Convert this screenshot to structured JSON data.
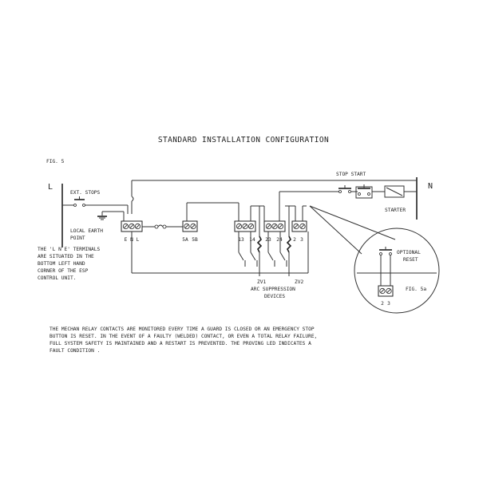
{
  "title": "STANDARD INSTALLATION CONFIGURATION",
  "fig_label": "FIG. 5",
  "fig_label_inset": "FIG. 5a",
  "line_label": "L",
  "neutral_label": "N",
  "ext_stops_label": "EXT. STOPS",
  "earth_label_line1": "LOCAL EARTH",
  "earth_label_line2": "POINT",
  "stop_start_label": "STOP START",
  "starter_label": "STARTER",
  "terminal_blocks": [
    {
      "id": "enl",
      "labels": [
        "E",
        "N",
        "L"
      ]
    },
    {
      "id": "5a5b",
      "labels": [
        "5A",
        "5B"
      ]
    },
    {
      "id": "1314",
      "labels": [
        "13",
        "14"
      ]
    },
    {
      "id": "2324",
      "labels": [
        "23",
        "24"
      ]
    },
    {
      "id": "23",
      "labels": [
        "2",
        "3"
      ]
    }
  ],
  "inset_terminal_labels": [
    "2",
    "3"
  ],
  "note_lne": [
    "THE 'L N E' TERMINALS",
    "ARE SITUATED IN THE",
    "BOTTOM LEFT HAND",
    "CORNER OF THE ESP",
    "CONTROL UNIT."
  ],
  "zv1_label": "ZV1",
  "zv2_label": "ZV2",
  "arc_label_line1": "ARC SUPPRESSION",
  "arc_label_line2": "DEVICES",
  "optional_reset_line1": "OPTIONAL",
  "optional_reset_line2": "RESET",
  "description": [
    "THE MECHAN RELAY CONTACTS ARE MONITORED EVERY TIME A GUARD IS CLOSED OR AN EMERGENCY STOP",
    "BUTTON IS RESET. IN THE EVENT OF A FAULTY (WELDED) CONTACT, OR EVEN A TOTAL RELAY FAILURE,",
    "FULL SYSTEM SAFETY IS MAINTAINED AND A RESTART IS PREVENTED. THE PROVING LED INDICATES A",
    "FAULT CONDITION ."
  ]
}
